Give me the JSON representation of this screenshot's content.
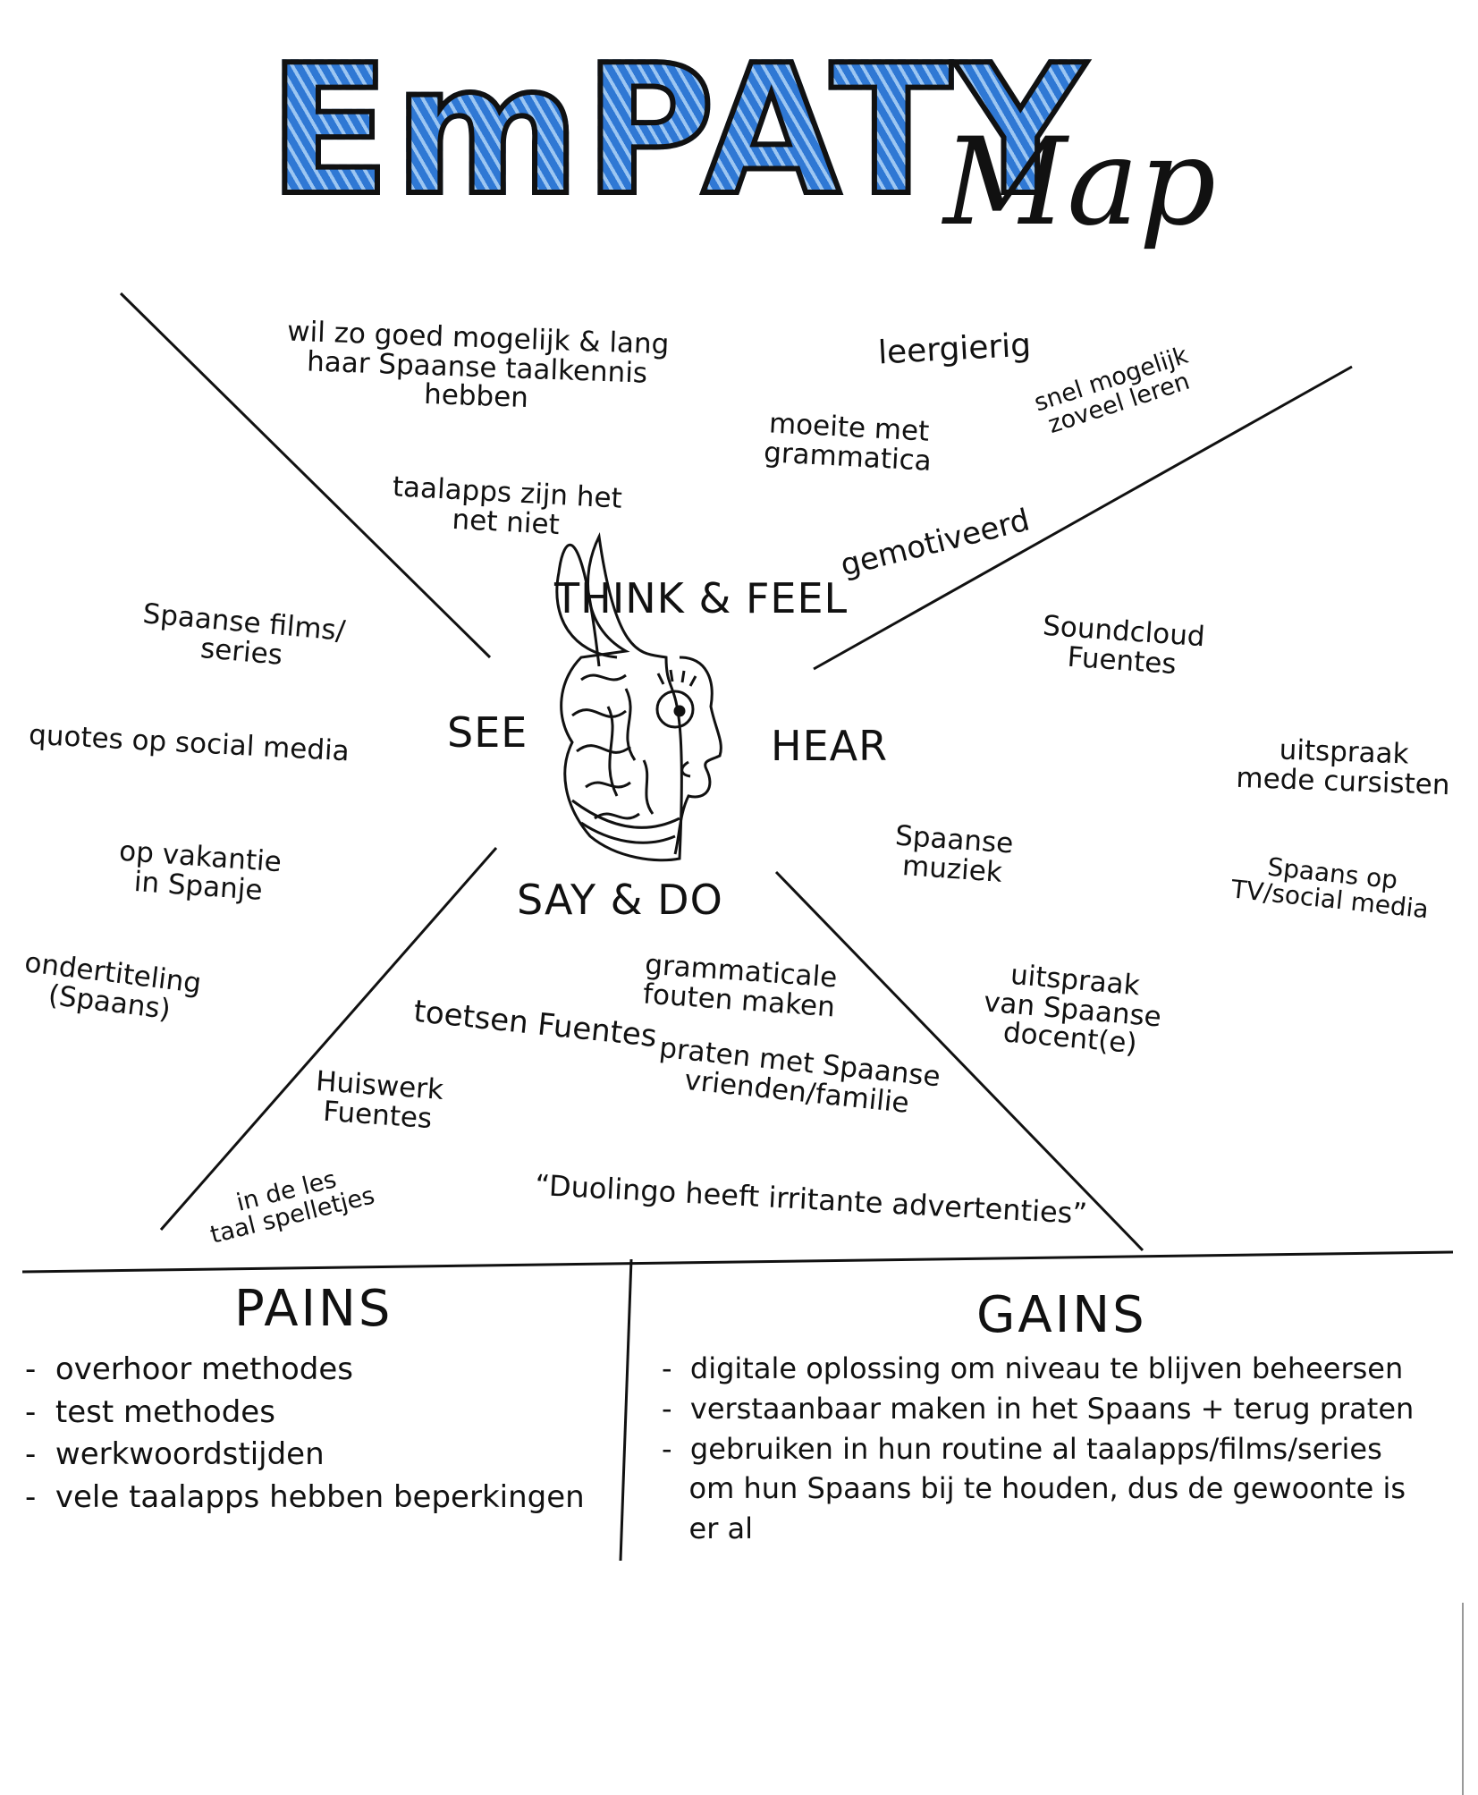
{
  "title": "EmPATY",
  "subtitle": "Map",
  "sections": {
    "think_feel": {
      "label": "THINK & FEEL",
      "notes": [
        "wil zo goed mogelijk & lang\nhaar Spaanse taalkennis\nhebben",
        "taalapps zijn het\nnet niet",
        "leergierig",
        "moeite met\ngrammatica",
        "snel mogelijk\nzoveel leren",
        "gemotiveerd"
      ]
    },
    "see": {
      "label": "SEE",
      "notes": [
        "Spaanse films/\nseries",
        "quotes op social media",
        "op vakantie\nin Spanje",
        "ondertiteling\n(Spaans)"
      ]
    },
    "hear": {
      "label": "HEAR",
      "notes": [
        "Soundcloud\nFuentes",
        "uitspraak\nmede cursisten",
        "Spaanse\nmuziek",
        "Spaans op\nTV/social media",
        "uitspraak\nvan Spaanse\ndocent(e)"
      ]
    },
    "say_do": {
      "label": "SAY & DO",
      "notes": [
        "grammaticale\nfouten maken",
        "toetsen Fuentes",
        "praten met Spaanse\nvrienden/familie",
        "Huiswerk\nFuentes",
        "in de les\ntaal spelletjes",
        "“Duolingo heeft irritante advertenties”"
      ]
    }
  },
  "pains": {
    "title": "PAINS",
    "items": [
      "overhoor methodes",
      "test methodes",
      "werkwoordstijden",
      "vele taalapps hebben beperkingen"
    ]
  },
  "gains": {
    "title": "GAINS",
    "items": [
      "digitale oplossing om niveau te blijven beheersen",
      "verstaanbaar maken in het Spaans + terug praten",
      "gebruiken in hun routine al taalapps/films/series\n   om hun Spaans bij te houden, dus de gewoonte is\n   er al"
    ]
  },
  "colors": {
    "title_fill": "#2f78d4",
    "ink": "#111111"
  },
  "icons": {
    "persona": "person-head-drawing-icon"
  }
}
